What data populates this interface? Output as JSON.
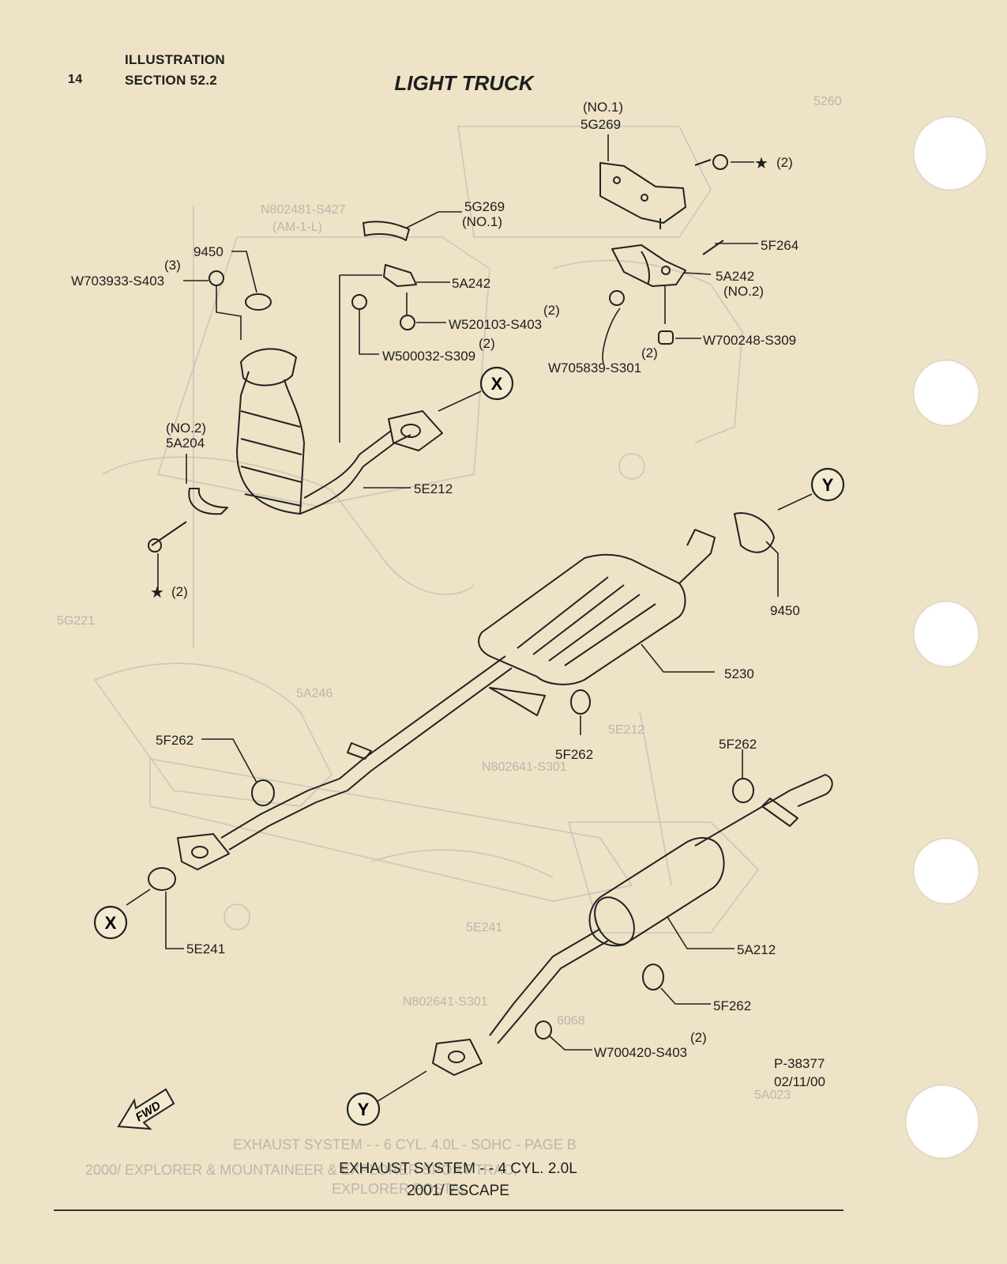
{
  "header": {
    "page_number": "14",
    "illustration_label": "ILLUSTRATION",
    "section_label": "SECTION 52.2",
    "title": "LIGHT TRUCK"
  },
  "callouts": [
    {
      "id": "c1",
      "text": "(NO.1)"
    },
    {
      "id": "c2",
      "text": "5G269"
    },
    {
      "id": "c3",
      "text": "(2)"
    },
    {
      "id": "c4",
      "text": "5F264"
    },
    {
      "id": "c5",
      "text": "5A242"
    },
    {
      "id": "c6",
      "text": "(NO.2)"
    },
    {
      "id": "c7",
      "text": "W700248-S309"
    },
    {
      "id": "c8",
      "text": "(2)"
    },
    {
      "id": "c9",
      "text": "W705839-S301"
    },
    {
      "id": "c10",
      "text": "5G269"
    },
    {
      "id": "c11",
      "text": "(NO.1)"
    },
    {
      "id": "c12",
      "text": "9450"
    },
    {
      "id": "c13",
      "text": "(3)"
    },
    {
      "id": "c14",
      "text": "W703933-S403"
    },
    {
      "id": "c15",
      "text": "5A242"
    },
    {
      "id": "c16",
      "text": "(2)"
    },
    {
      "id": "c17",
      "text": "W520103-S403"
    },
    {
      "id": "c18",
      "text": "(2)"
    },
    {
      "id": "c19",
      "text": "W500032-S309"
    },
    {
      "id": "c20",
      "text": "(NO.2)"
    },
    {
      "id": "c21",
      "text": "5A204"
    },
    {
      "id": "c22",
      "text": "5E212"
    },
    {
      "id": "c23",
      "text": "(2)"
    },
    {
      "id": "c24",
      "text": "9450"
    },
    {
      "id": "c25",
      "text": "5230"
    },
    {
      "id": "c26",
      "text": "5F262"
    },
    {
      "id": "c27",
      "text": "5F262"
    },
    {
      "id": "c28",
      "text": "5F262"
    },
    {
      "id": "c29",
      "text": "5E241"
    },
    {
      "id": "c30",
      "text": "5A212"
    },
    {
      "id": "c31",
      "text": "5F262"
    },
    {
      "id": "c32",
      "text": "(2)"
    },
    {
      "id": "c33",
      "text": "W700420-S403"
    },
    {
      "id": "c34",
      "text": "P-38377"
    },
    {
      "id": "c35",
      "text": "02/11/00"
    }
  ],
  "connectors": {
    "x": "X",
    "y": "Y"
  },
  "fwd_label": "FWD",
  "star_symbol": "★",
  "ghost_text": [
    "5260",
    "N802481-S427",
    "(AM-1-L)",
    "5G221",
    "5A246",
    "5E212",
    "N802641-S301",
    "5E241",
    "N802641-S301",
    "6068",
    "5A023",
    "EXHAUST SYSTEM - - 6 CYL. 4.0L - SOHC - PAGE B",
    "2000/ EXPLORER & MOUNTAINEER & EXPLORER SPORT TRAC,",
    "EXPLORER POSTAL"
  ],
  "caption": {
    "line1": "EXHAUST SYSTEM - - 4 CYL. 2.0L",
    "line2": "2001/ ESCAPE"
  }
}
